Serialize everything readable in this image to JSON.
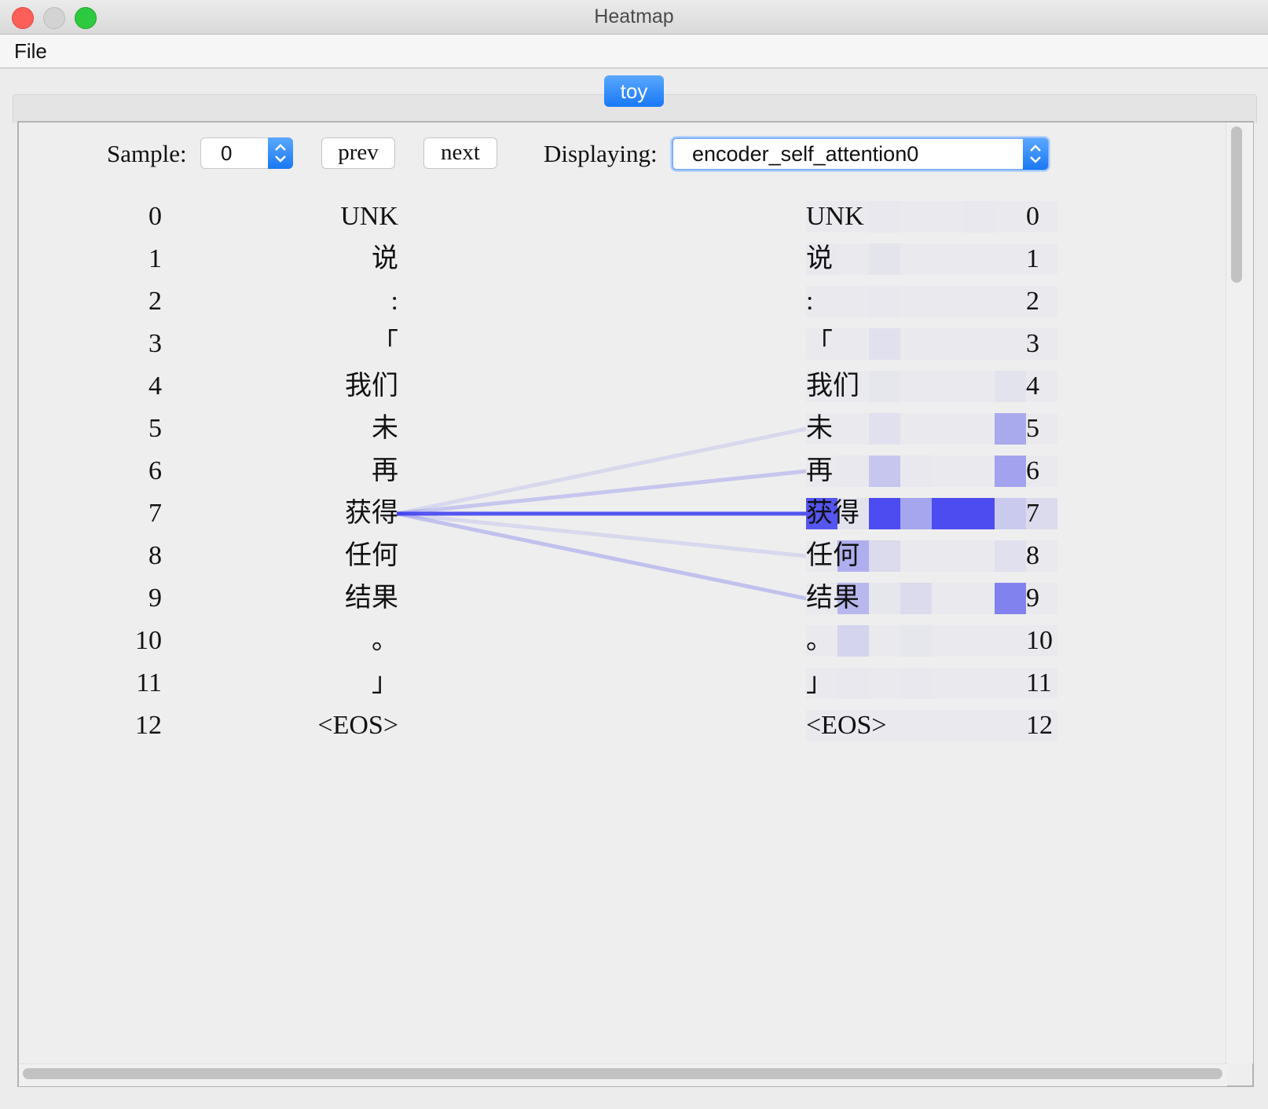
{
  "window": {
    "title": "Heatmap"
  },
  "menu": {
    "file": "File"
  },
  "tabs": [
    {
      "label": "toy",
      "selected": true
    }
  ],
  "controls": {
    "sample_label": "Sample:",
    "sample_value": "0",
    "prev_label": "prev",
    "next_label": "next",
    "displaying_label": "Displaying:",
    "displaying_value": "encoder_self_attention0"
  },
  "tokens": {
    "left_indices": [
      "0",
      "1",
      "2",
      "3",
      "4",
      "5",
      "6",
      "7",
      "8",
      "9",
      "10",
      "11",
      "12"
    ],
    "left_tokens": [
      "UNK",
      "说",
      ":",
      "「",
      "我们",
      "未",
      "再",
      "获得",
      "任何",
      "结果",
      "。",
      "」",
      "<EOS>"
    ],
    "right_tokens": [
      "UNK",
      "说",
      ":",
      "「",
      "我们",
      "未",
      "再",
      "获得",
      "任何",
      "结果",
      "。",
      "」",
      "<EOS>"
    ],
    "right_indices": [
      "0",
      "1",
      "2",
      "3",
      "4",
      "5",
      "6",
      "7",
      "8",
      "9",
      "10",
      "11",
      "12"
    ]
  },
  "attention": {
    "color": "#3a3af0",
    "selected_source_row": 7,
    "lines": [
      {
        "to_row": 5,
        "weight": 0.12
      },
      {
        "to_row": 6,
        "weight": 0.22
      },
      {
        "to_row": 7,
        "weight": 0.85
      },
      {
        "to_row": 8,
        "weight": 0.12
      },
      {
        "to_row": 9,
        "weight": 0.25
      }
    ],
    "heatmap": [
      [
        0.02,
        0.02,
        0.03,
        0.02,
        0.02,
        0.03,
        0.02,
        0.02
      ],
      [
        0.03,
        0.02,
        0.05,
        0.02,
        0.02,
        0.02,
        0.02,
        0.02
      ],
      [
        0.02,
        0.02,
        0.03,
        0.02,
        0.02,
        0.02,
        0.02,
        0.02
      ],
      [
        0.02,
        0.02,
        0.08,
        0.02,
        0.02,
        0.02,
        0.02,
        0.02
      ],
      [
        0.02,
        0.02,
        0.04,
        0.02,
        0.02,
        0.02,
        0.06,
        0.02
      ],
      [
        0.02,
        0.02,
        0.08,
        0.02,
        0.02,
        0.02,
        0.38,
        0.02
      ],
      [
        0.02,
        0.03,
        0.22,
        0.03,
        0.02,
        0.02,
        0.42,
        0.02
      ],
      [
        0.85,
        0.06,
        0.9,
        0.4,
        0.9,
        0.9,
        0.2,
        0.1
      ],
      [
        0.02,
        0.35,
        0.1,
        0.02,
        0.02,
        0.02,
        0.08,
        0.02
      ],
      [
        0.02,
        0.3,
        0.04,
        0.1,
        0.02,
        0.02,
        0.6,
        0.02
      ],
      [
        0.02,
        0.14,
        0.02,
        0.04,
        0.02,
        0.02,
        0.02,
        0.02
      ],
      [
        0.02,
        0.03,
        0.02,
        0.03,
        0.02,
        0.02,
        0.02,
        0.02
      ],
      [
        0.02,
        0.02,
        0.02,
        0.02,
        0.02,
        0.02,
        0.02,
        0.02
      ]
    ]
  }
}
